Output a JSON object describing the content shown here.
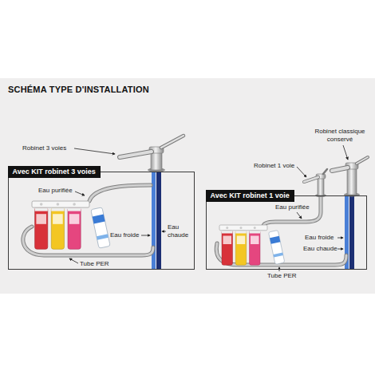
{
  "diagram": {
    "title": "SCHÉMA TYPE D'INSTALLATION",
    "nodes": [
      {
        "text": [
          "Avec KIT robinet 3 voies"
        ]
      },
      {
        "text": [
          "Avec KIT robinet 1 voie"
        ]
      }
    ],
    "labels": [
      "Robinet 3 voies",
      "Eau purifiée",
      "Eau froide",
      "Eau chaude",
      "Tube PER",
      "Robinet classique conservé",
      "Robinet 1 voie",
      "Eau purifiée",
      "Eau froide",
      "Eau chaude",
      "Tube PER"
    ]
  }
}
